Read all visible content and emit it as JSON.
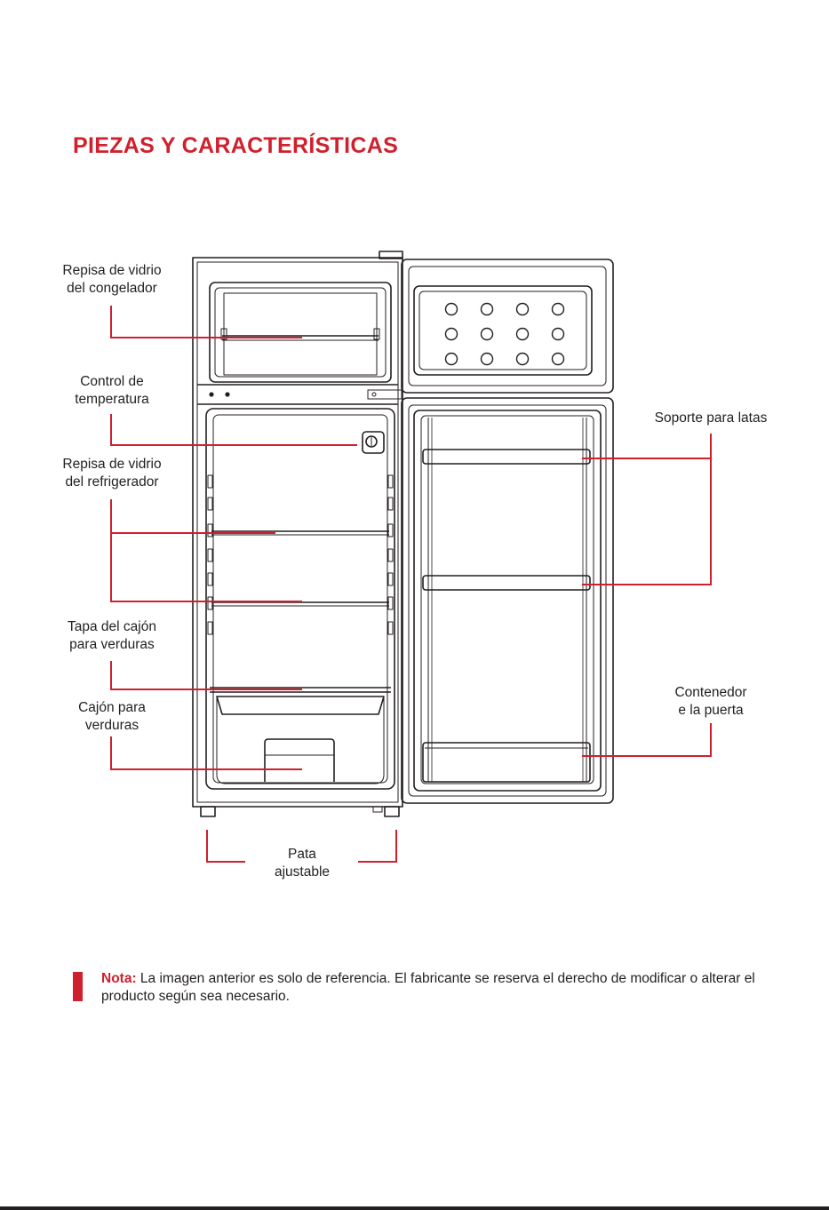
{
  "title": "PIEZAS Y CARACTERÍSTICAS",
  "accent_color": "#d0202e",
  "labels": {
    "freezer_shelf": [
      "Repisa de vidrio",
      "del congelador"
    ],
    "temp_control": [
      "Control de",
      "temperatura"
    ],
    "fridge_shelf": [
      "Repisa de vidrio",
      "del refrigerador"
    ],
    "crisper_cover": [
      "Tapa del cajón",
      "para verduras"
    ],
    "crisper_drawer": [
      "Cajón para",
      "verduras"
    ],
    "leg": [
      "Pata",
      "ajustable"
    ],
    "can_rack": [
      "Soporte para latas"
    ],
    "door_bin": [
      "Contenedor",
      "e la puerta"
    ]
  },
  "note": {
    "label": "Nota:",
    "text": " La imagen anterior es solo de referencia. El fabricante se reserva el derecho de modificar o alterar el producto según sea necesario."
  }
}
